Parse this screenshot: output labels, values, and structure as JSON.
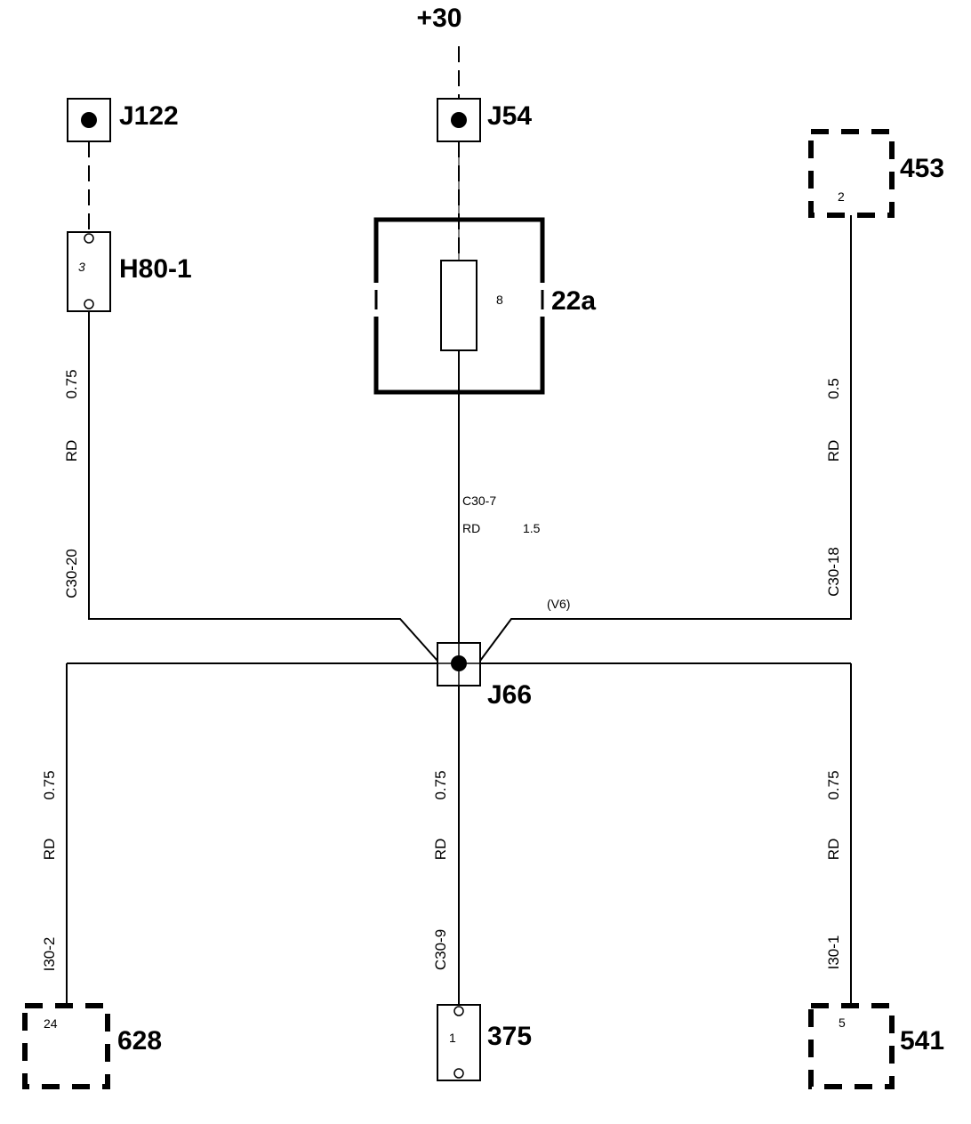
{
  "supply": {
    "label": "+30"
  },
  "splices": {
    "j122": "J122",
    "j54": "J54",
    "j66": "J66"
  },
  "connectors": {
    "h80": {
      "name": "H80-1",
      "pin": "3"
    },
    "c453": {
      "name": "453",
      "pin": "2"
    },
    "c628": {
      "name": "628",
      "pin": "24"
    },
    "c375": {
      "name": "375",
      "pin": "1"
    },
    "c541": {
      "name": "541",
      "pin": "5"
    }
  },
  "fuse": {
    "name": "22a",
    "number": "8"
  },
  "wires": {
    "left_top": {
      "gauge": "0.75",
      "color": "RD",
      "cavity": "C30-20"
    },
    "center_top": {
      "cavity": "C30-7",
      "color": "RD",
      "gauge": "1.5"
    },
    "right_top": {
      "gauge": "0.5",
      "color": "RD",
      "cavity": "C30-18"
    },
    "left_bottom": {
      "gauge": "0.75",
      "color": "RD",
      "cavity": "I30-2"
    },
    "center_bottom": {
      "gauge": "0.75",
      "color": "RD",
      "cavity": "C30-9"
    },
    "right_bottom": {
      "gauge": "0.75",
      "color": "RD",
      "cavity": "I30-1"
    }
  },
  "variant": {
    "label": "(V6)"
  }
}
